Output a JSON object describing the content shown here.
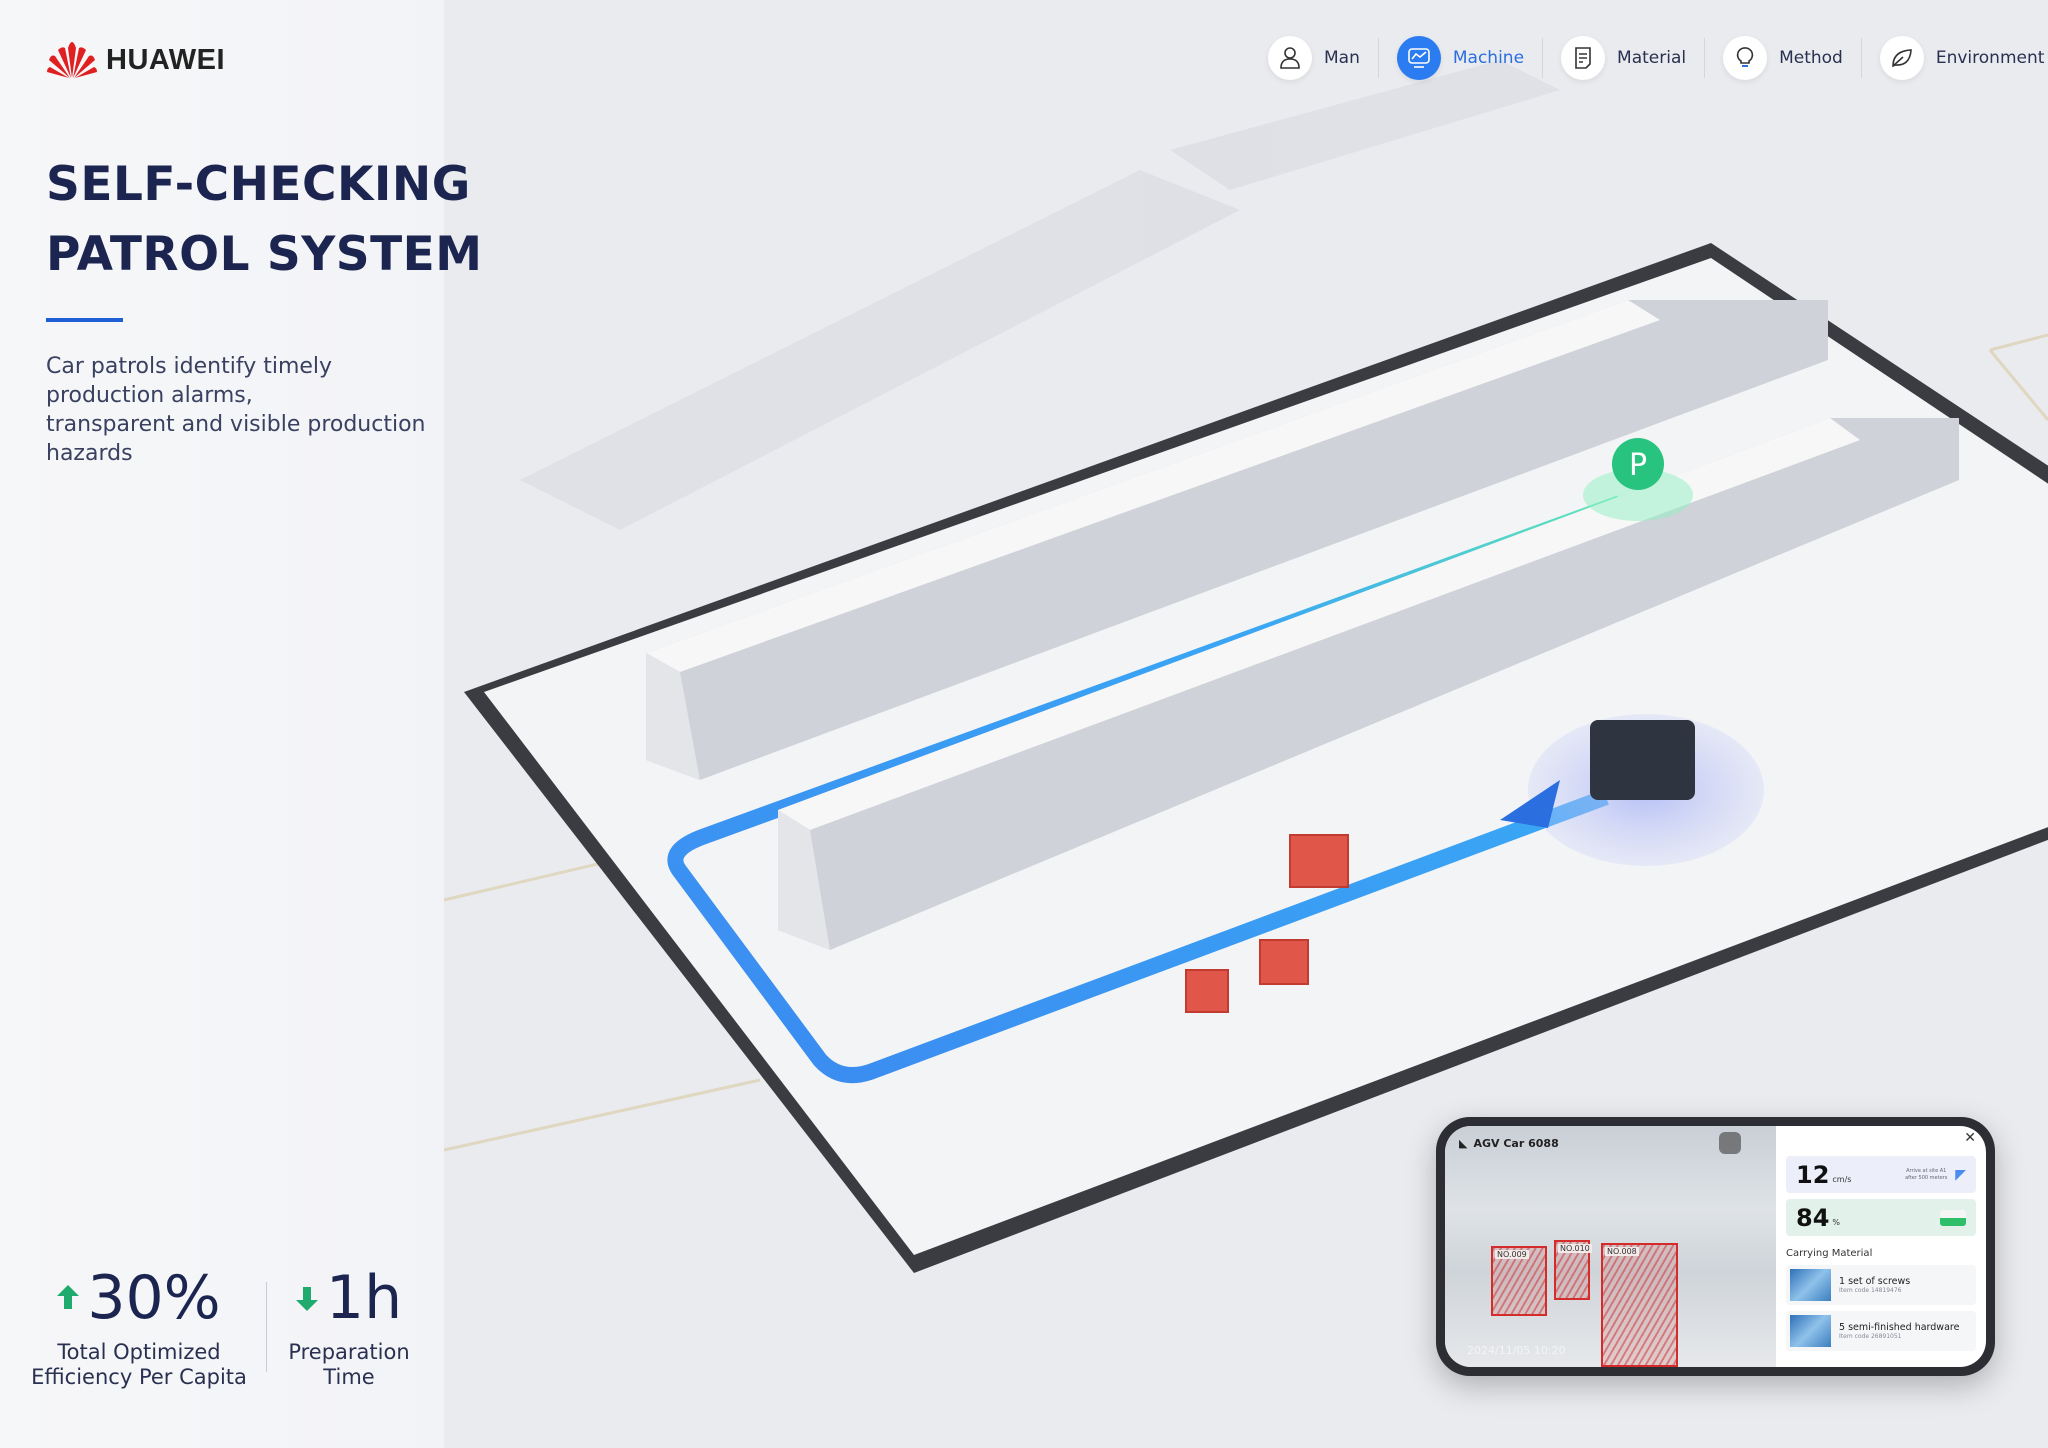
{
  "brand": {
    "name": "HUAWEI",
    "color": "#e02020"
  },
  "hero": {
    "title_lines": [
      "SELF-CHECKING",
      "PATROL SYSTEM"
    ],
    "accent_color": "#1f5fd6",
    "description_lines": [
      "Car patrols identify timely",
      "production alarms,",
      "transparent and visible production",
      "hazards"
    ]
  },
  "stats": [
    {
      "value": "30%",
      "label_lines": [
        "Total Optimized",
        "Efficiency Per Capita"
      ],
      "trend": "up",
      "icon": "arrow-up-icon",
      "color": "#1faa6e"
    },
    {
      "value": "1h",
      "label_lines": [
        "Preparation",
        "Time"
      ],
      "trend": "down",
      "icon": "arrow-down-icon",
      "color": "#1faa6e"
    }
  ],
  "nav": {
    "active": "Machine",
    "items": [
      {
        "label": "Man",
        "icon": "person-icon"
      },
      {
        "label": "Machine",
        "icon": "monitor-chart-icon"
      },
      {
        "label": "Material",
        "icon": "document-icon"
      },
      {
        "label": "Method",
        "icon": "lightbulb-icon"
      },
      {
        "label": "Environment",
        "icon": "leaf-icon"
      }
    ]
  },
  "map": {
    "parking_label": "P"
  },
  "agv_panel": {
    "title": "AGV Car 6088",
    "timestamp": "2024/11/05 10:20",
    "detections": [
      "NO.009",
      "NO.010",
      "NO.008"
    ],
    "speed": {
      "value": "12",
      "unit": "cm/s",
      "note": "Arrive at site A1 after 500 meters"
    },
    "battery": {
      "value": "84",
      "unit": "%"
    },
    "carrying_label": "Carrying Material",
    "materials": [
      {
        "name": "1 set of screws",
        "code": "Item code 14819476"
      },
      {
        "name": "5 semi-finished hardware",
        "code": "Item code 26891051"
      }
    ]
  }
}
